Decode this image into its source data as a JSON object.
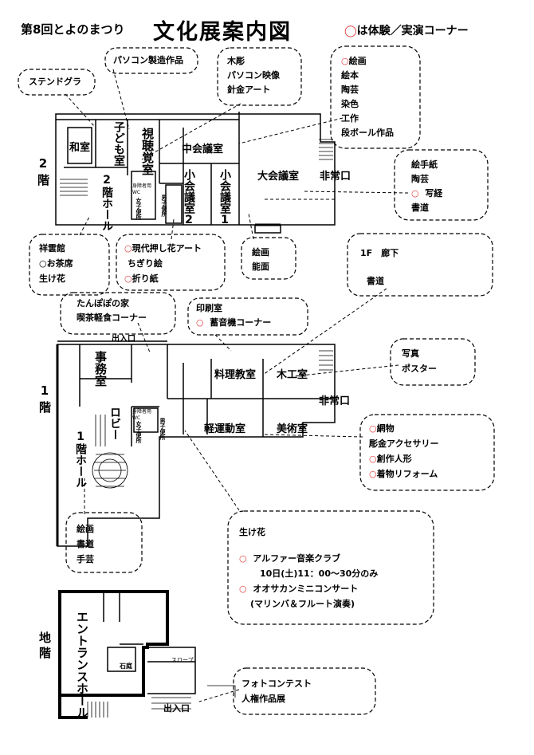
{
  "header": {
    "prefix": "第8回とよのまつり",
    "title": "文化展案内図",
    "legend_mark": "◯",
    "legend_text": "は体験／実演コーナー"
  },
  "floors": {
    "second": "2階",
    "first": "1階",
    "basement": "地階"
  },
  "rooms": {
    "washitsu": "和室",
    "kodomo": "子ども室",
    "shichokaku": "視聴覚室",
    "chukaigi": "中会議室",
    "shokaigi2": "小会議室2",
    "shokaigi1": "小会議室1",
    "daikaigi": "大会議室",
    "hijoguchi2f": "非常口",
    "hall2f": "2階ホール",
    "toilet_f": "女子便所",
    "toilet_m": "男子便所",
    "toilet_wc": "身障者用WC",
    "jimushitsu": "事務室",
    "robby": "ロビー",
    "ryori": "料理教室",
    "mokko": "木工室",
    "hijoguchi1f": "非常口",
    "keiundo": "軽運動室",
    "bijutsu": "美術室",
    "hall1f": "1階ホール",
    "entrance": "エントランスホール",
    "stairs_label": "石庭",
    "slope": "スロープ",
    "exit_b": "出入口",
    "exit_1f": "出入口"
  },
  "callouts": {
    "stained": [
      "ステンドグラ"
    ],
    "pc_works": [
      "パソコン製造作品"
    ],
    "mokucho": [
      "木彫",
      "パソコン映像",
      "針金アート"
    ],
    "kaiga_group": [
      {
        "mark": true,
        "text": "絵画"
      },
      {
        "mark": false,
        "text": "絵本"
      },
      {
        "mark": false,
        "text": "陶芸"
      },
      {
        "mark": false,
        "text": "染色"
      },
      {
        "mark": false,
        "text": "工作"
      },
      {
        "mark": false,
        "text": "段ボール作品"
      }
    ],
    "etegami": [
      {
        "mark": false,
        "text": "絵手紙"
      },
      {
        "mark": false,
        "text": "陶芸"
      },
      {
        "mark": true,
        "text": "写経"
      },
      {
        "mark": false,
        "text": "書道"
      }
    ],
    "shounkan": [
      {
        "mark": false,
        "text": "祥雲館"
      },
      {
        "mark": true,
        "text": "お茶席"
      },
      {
        "mark": false,
        "text": "生け花"
      }
    ],
    "oshibana": [
      {
        "mark": true,
        "text": "現代押し花アート"
      },
      {
        "mark": false,
        "text": "ちぎり絵"
      },
      {
        "mark": true,
        "text": "折り紙"
      }
    ],
    "kaiga_nomen": [
      "絵画",
      "能面"
    ],
    "rouka": {
      "title": "1F　廊下",
      "item": "書道"
    },
    "tanpopo": [
      "たんぽぽの家",
      "喫茶軽食コーナー"
    ],
    "insatsu": {
      "title": "印刷室",
      "mark": "○",
      "item": "蓄音機コーナー"
    },
    "shashin": [
      "写真",
      "ポスター"
    ],
    "amimono": [
      {
        "mark": true,
        "text": "網物"
      },
      {
        "mark": false,
        "text": "彫金アクセサリー"
      },
      {
        "mark": true,
        "text": "創作人形"
      },
      {
        "mark": true,
        "text": "着物リフォーム"
      }
    ],
    "hall_items": [
      "絵画",
      "書道",
      "手芸"
    ],
    "ikebana": {
      "title": "生け花",
      "line1_mark": "○",
      "line1": "アルファー音楽クラブ",
      "line2": "10日(土)11：00～30分のみ",
      "line3_mark": "○",
      "line3": "オオサカンミニコンサート",
      "line4": "(マリンバ＆フルート演奏)"
    },
    "photo": [
      "フォトコンテスト",
      "人権作品展"
    ]
  },
  "colors": {
    "mark_red": "#e23b3b",
    "ink": "#000000"
  }
}
